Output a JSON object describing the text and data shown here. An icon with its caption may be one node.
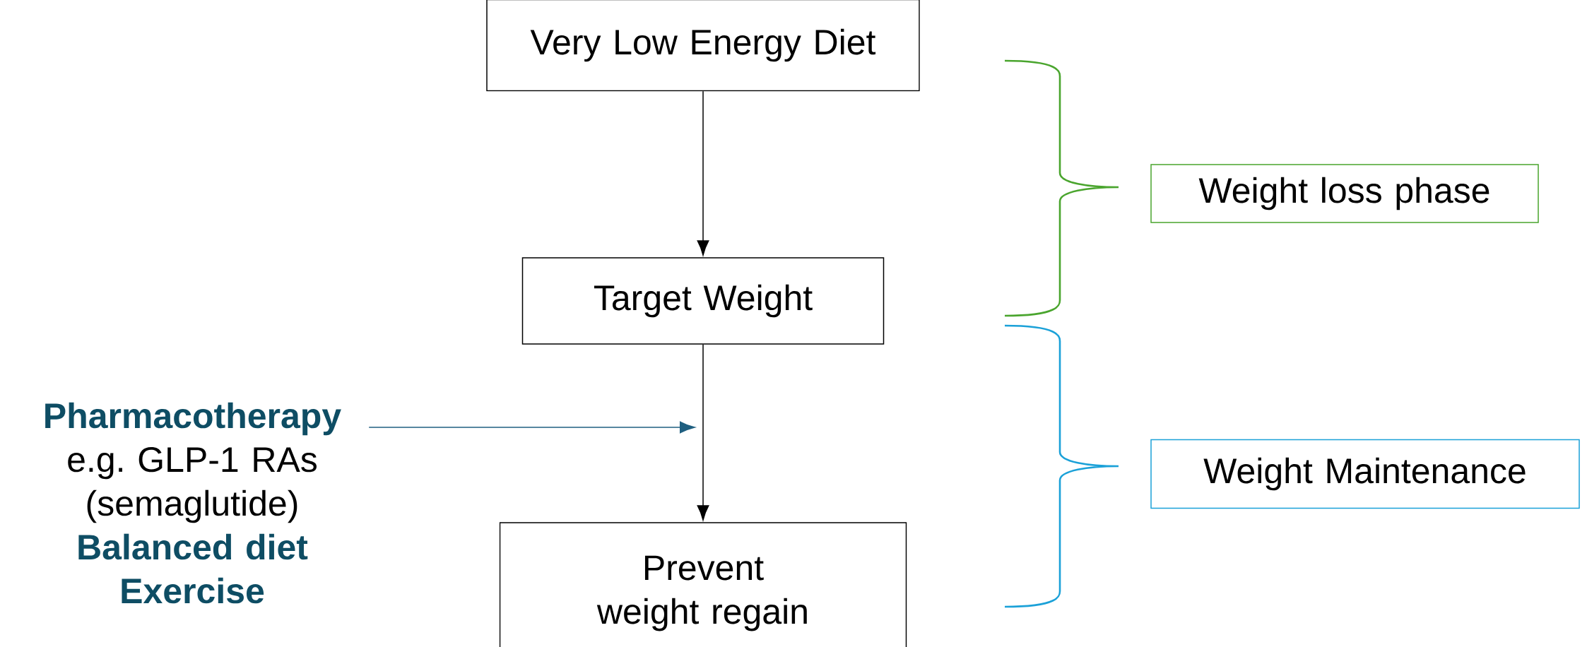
{
  "diagram": {
    "nodes": [
      {
        "text": [
          "Very Low Energy Diet"
        ]
      },
      {
        "text": [
          "Target Weight"
        ]
      },
      {
        "text": [
          "Prevent weight regain"
        ]
      },
      {
        "text": [
          "Pharmacotherapy",
          "e.g. GLP-1 RAs (semaglutide)",
          "Balanced diet",
          "Exercise"
        ]
      },
      {
        "text": [
          "Weight loss phase"
        ]
      },
      {
        "text": [
          "Weight Maintenance"
        ]
      }
    ],
    "edges": [
      {
        "from": 0,
        "to": 1,
        "arrow": "to"
      },
      {
        "from": 1,
        "to": 2,
        "arrow": "to"
      },
      {
        "from": 3,
        "to": null,
        "arrow": "to",
        "color": "#1f5f80"
      }
    ]
  }
}
